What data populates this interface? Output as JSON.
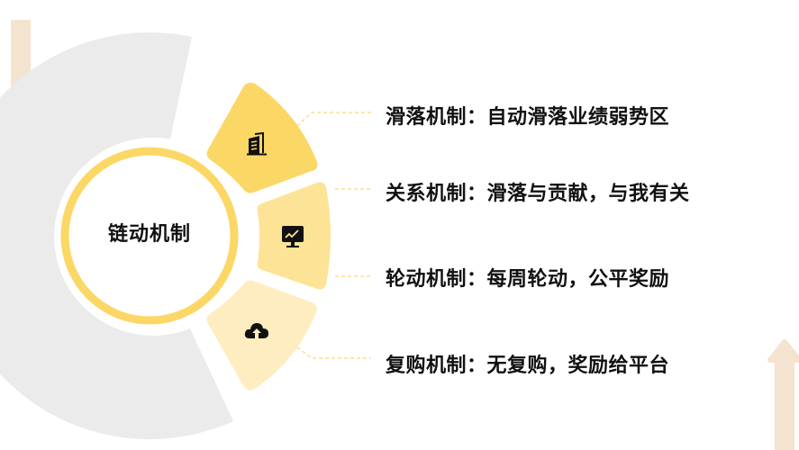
{
  "center": {
    "title": "链动机制"
  },
  "items": [
    {
      "label": "滑落机制：自动滑落业绩弱势区",
      "icon": "office-building-icon",
      "color": "#FBD766"
    },
    {
      "label": "关系机制：滑落与贡献，与我有关",
      "icon": "monitor-chart-icon",
      "color": "#FDE396"
    },
    {
      "label": "轮动机制：每周轮动，公平奖励",
      "icon": "",
      "color": ""
    },
    {
      "label": "复购机制：无复购，奖励给平台",
      "icon": "cloud-upload-icon",
      "color": "#FEEDC0"
    }
  ],
  "colors": {
    "ring_gray": "#EBEBEB",
    "center_ring": "#FBD766",
    "connector": "#F8D67A",
    "arrow": "#F4E3CF",
    "text": "#111111"
  },
  "decorations": {
    "left_arrow": "down-arrow",
    "right_arrow": "up-arrow"
  }
}
